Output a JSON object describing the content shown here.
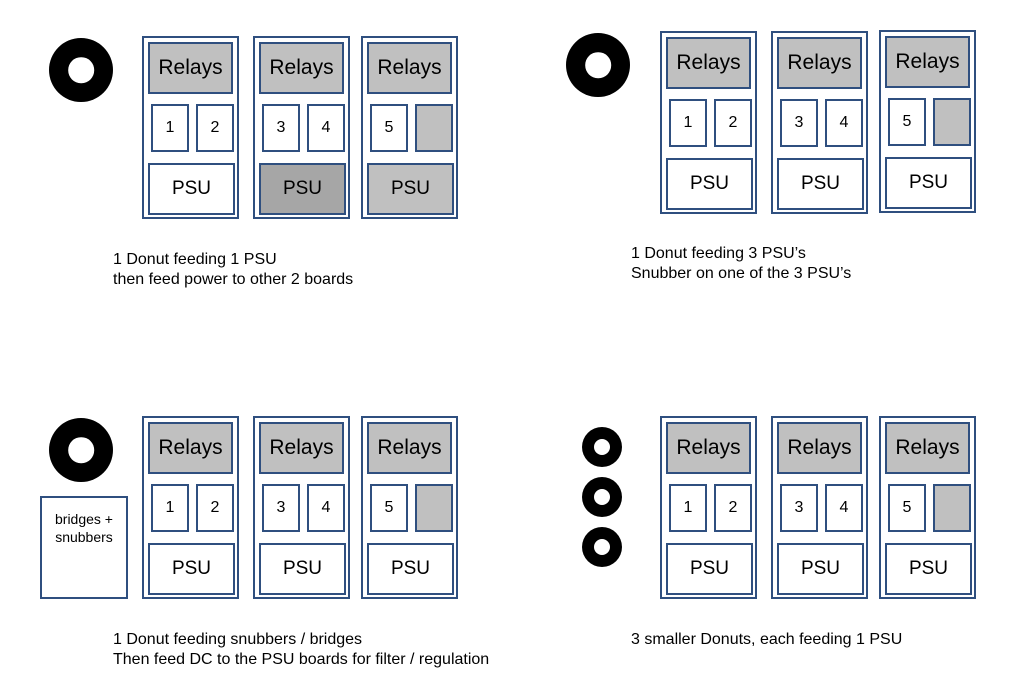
{
  "relays_label": "Relays",
  "psu_label": "PSU",
  "options": [
    {
      "boards": [
        {
          "slots": [
            "1",
            "2"
          ]
        },
        {
          "slots": [
            "3",
            "4"
          ]
        },
        {
          "slots": [
            "5",
            ""
          ]
        }
      ],
      "caption": [
        "1 Donut feeding 1 PSU",
        "then feed power to other 2 boards"
      ]
    },
    {
      "boards": [
        {
          "slots": [
            "1",
            "2"
          ]
        },
        {
          "slots": [
            "3",
            "4"
          ]
        },
        {
          "slots": [
            "5",
            ""
          ]
        }
      ],
      "caption": [
        "1 Donut feeding 3 PSU’s",
        "Snubber on one of the 3 PSU’s"
      ]
    },
    {
      "boards": [
        {
          "slots": [
            "1",
            "2"
          ]
        },
        {
          "slots": [
            "3",
            "4"
          ]
        },
        {
          "slots": [
            "5",
            ""
          ]
        }
      ],
      "extra_box": [
        "bridges  +",
        "snubbers"
      ],
      "caption": [
        "1 Donut feeding snubbers / bridges",
        "Then feed DC to the PSU boards for filter / regulation"
      ]
    },
    {
      "boards": [
        {
          "slots": [
            "1",
            "2"
          ]
        },
        {
          "slots": [
            "3",
            "4"
          ]
        },
        {
          "slots": [
            "5",
            ""
          ]
        }
      ],
      "caption": [
        "3 smaller Donuts, each feeding 1 PSU"
      ]
    }
  ]
}
